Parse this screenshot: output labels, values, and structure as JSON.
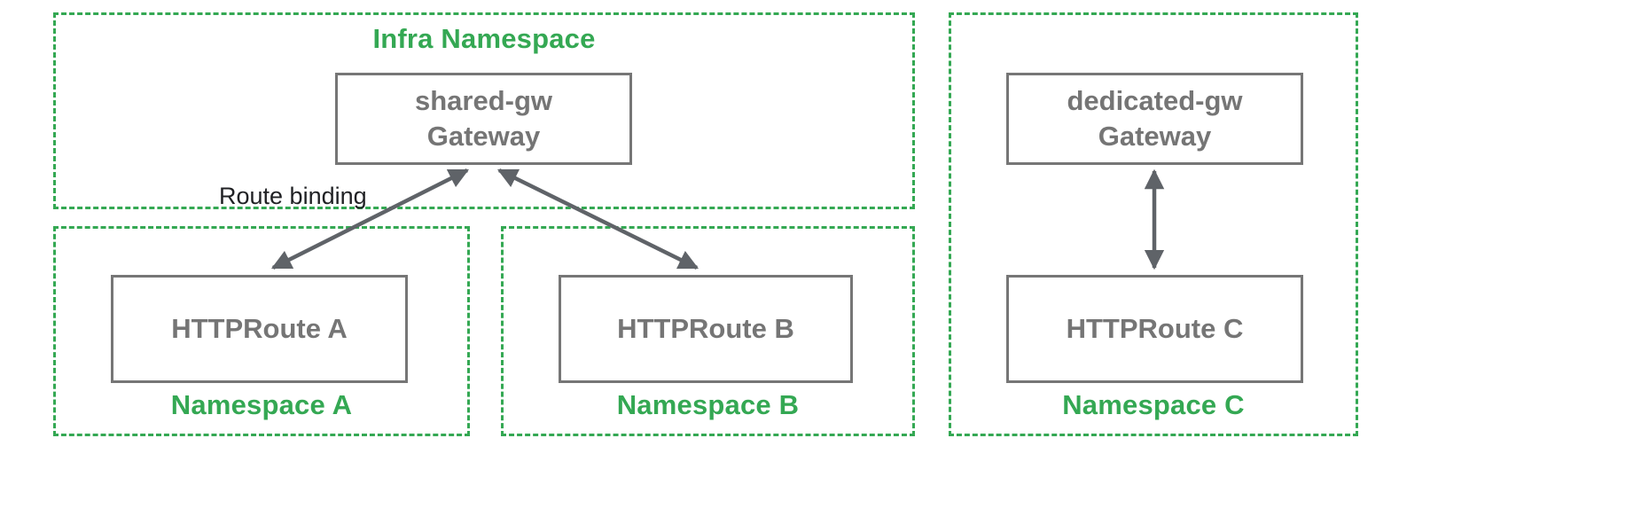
{
  "diagram": {
    "groups": [
      {
        "id": "infra-namespace",
        "label": "Infra Namespace",
        "label_pos": "top"
      },
      {
        "id": "namespace-a",
        "label": "Namespace A",
        "label_pos": "bottom"
      },
      {
        "id": "namespace-b",
        "label": "Namespace B",
        "label_pos": "bottom"
      },
      {
        "id": "namespace-c",
        "label": "Namespace C",
        "label_pos": "bottom"
      }
    ],
    "nodes": [
      {
        "id": "shared-gw",
        "line1": "shared-gw",
        "line2": "Gateway",
        "group": "infra-namespace"
      },
      {
        "id": "httproute-a",
        "line1": "HTTPRoute A",
        "group": "namespace-a"
      },
      {
        "id": "httproute-b",
        "line1": "HTTPRoute B",
        "group": "namespace-b"
      },
      {
        "id": "dedicated-gw",
        "line1": "dedicated-gw",
        "line2": "Gateway",
        "group": "namespace-c"
      },
      {
        "id": "httproute-c",
        "line1": "HTTPRoute C",
        "group": "namespace-c"
      }
    ],
    "edges": [
      {
        "from": "shared-gw",
        "to": "httproute-a",
        "style": "double-arrow",
        "label": "Route binding"
      },
      {
        "from": "shared-gw",
        "to": "httproute-b",
        "style": "double-arrow",
        "label": ""
      },
      {
        "from": "dedicated-gw",
        "to": "httproute-c",
        "style": "double-arrow",
        "label": ""
      }
    ]
  },
  "colors": {
    "namespace_green": "#34A853",
    "node_border_gray": "#767676",
    "node_text_gray": "#757575",
    "arrow_gray": "#5F6368",
    "edge_label_black": "#202124",
    "background": "#FFFFFF"
  }
}
